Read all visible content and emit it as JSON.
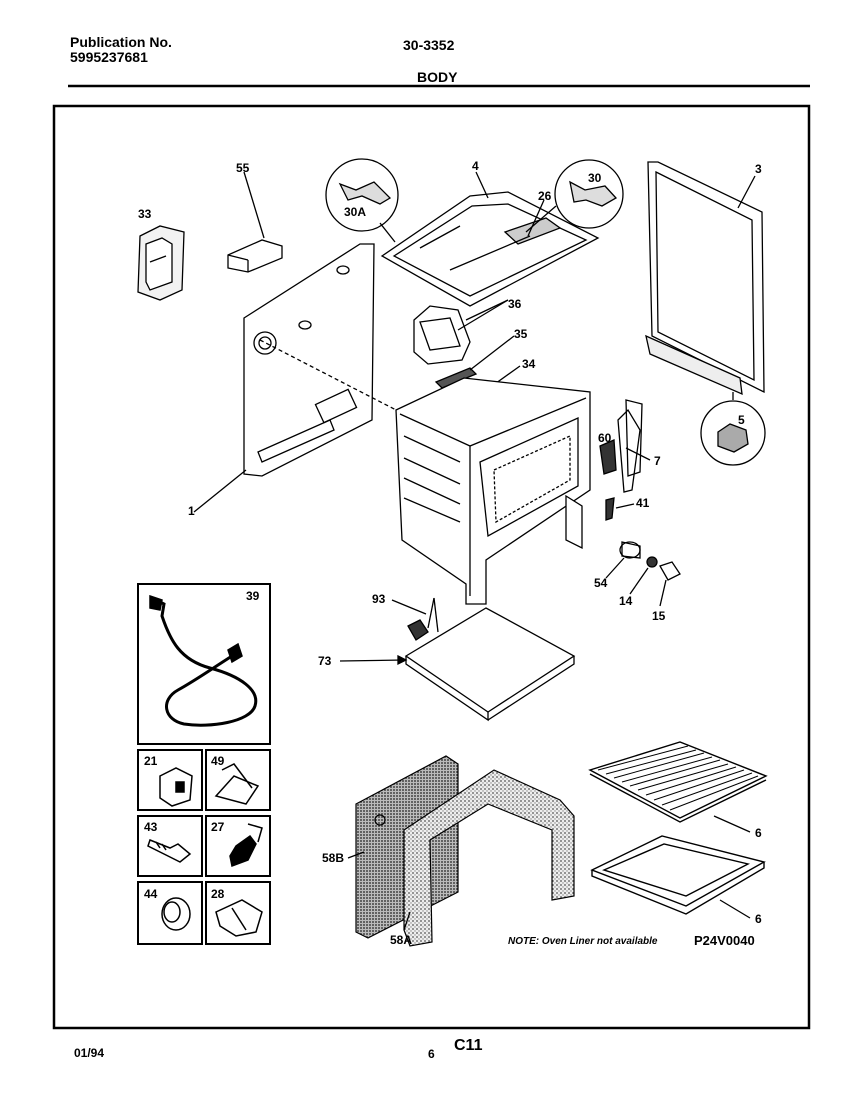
{
  "header": {
    "publication_label": "Publication No.",
    "publication_number": "5995237681",
    "model": "30-3352",
    "section": "BODY"
  },
  "callouts": {
    "c55": "55",
    "c33": "33",
    "c30A": "30A",
    "c4": "4",
    "c26": "26",
    "c30": "30",
    "c3": "3",
    "c36": "36",
    "c35": "35",
    "c34": "34",
    "c60": "60",
    "c7": "7",
    "c41": "41",
    "c5": "5",
    "c1": "1",
    "c54": "54",
    "c14": "14",
    "c15": "15",
    "c93": "93",
    "c73": "73",
    "c39": "39",
    "c21": "21",
    "c49": "49",
    "c43": "43",
    "c27": "27",
    "c44": "44",
    "c28": "28",
    "c58B": "58B",
    "c58A": "58A",
    "c6a": "6",
    "c6b": "6"
  },
  "note": "NOTE: Oven Liner not available",
  "drawing_id": "P24V0040",
  "footer": {
    "date": "01/94",
    "page": "6",
    "code": "C11"
  }
}
